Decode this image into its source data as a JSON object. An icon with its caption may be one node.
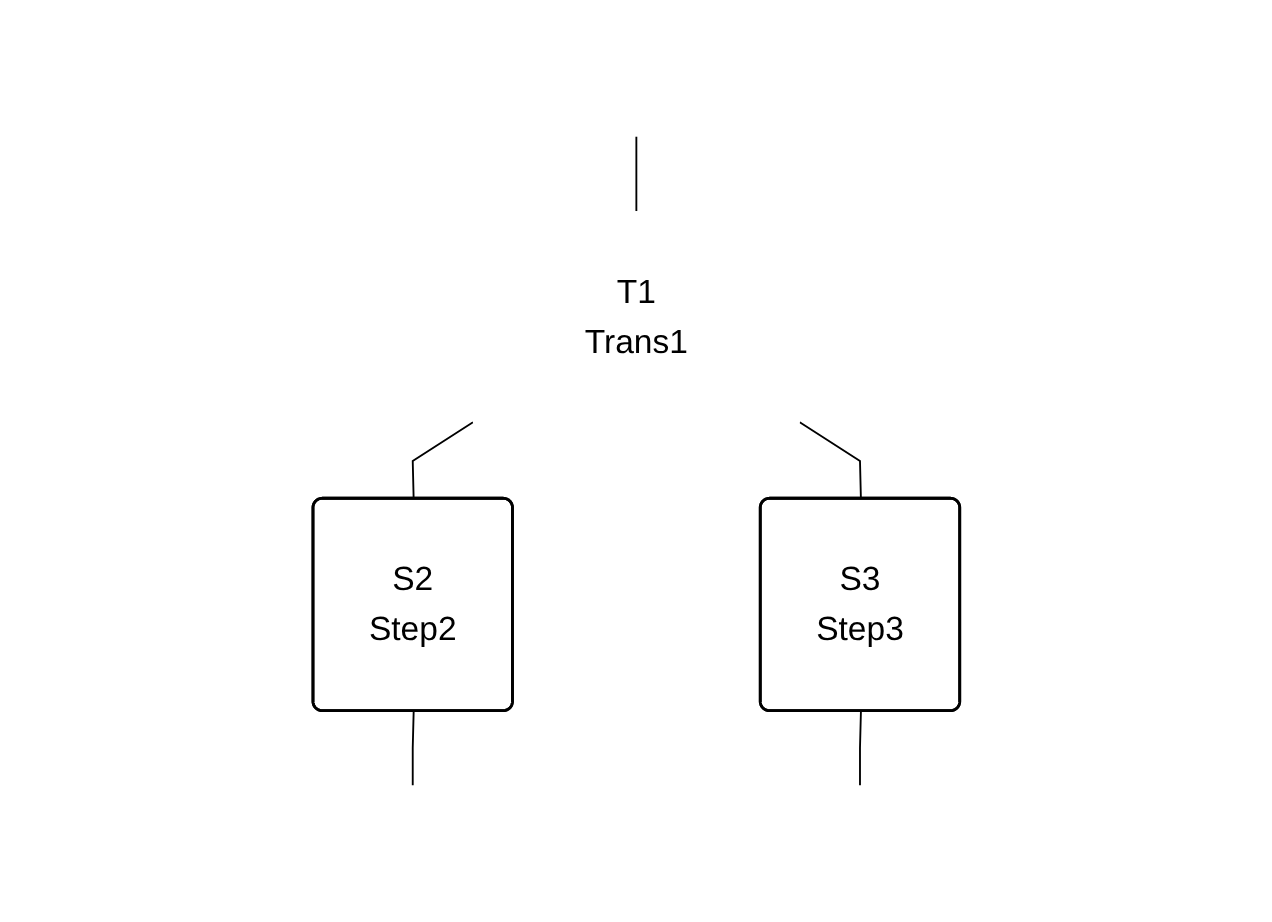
{
  "diagram": {
    "nodes": [
      {
        "text": [
          "T1",
          "Trans1"
        ]
      },
      {
        "text": [
          "S2",
          "Step2"
        ]
      },
      {
        "text": [
          "S3",
          "Step3"
        ]
      }
    ],
    "edges": [
      {
        "from": null,
        "to": 0,
        "arrow": "none"
      },
      {
        "from": 0,
        "to": 1,
        "arrow": "none"
      },
      {
        "from": 0,
        "to": 2,
        "arrow": "none"
      },
      {
        "from": 1,
        "to": null,
        "arrow": "none"
      },
      {
        "from": 2,
        "to": null,
        "arrow": "none"
      }
    ]
  }
}
